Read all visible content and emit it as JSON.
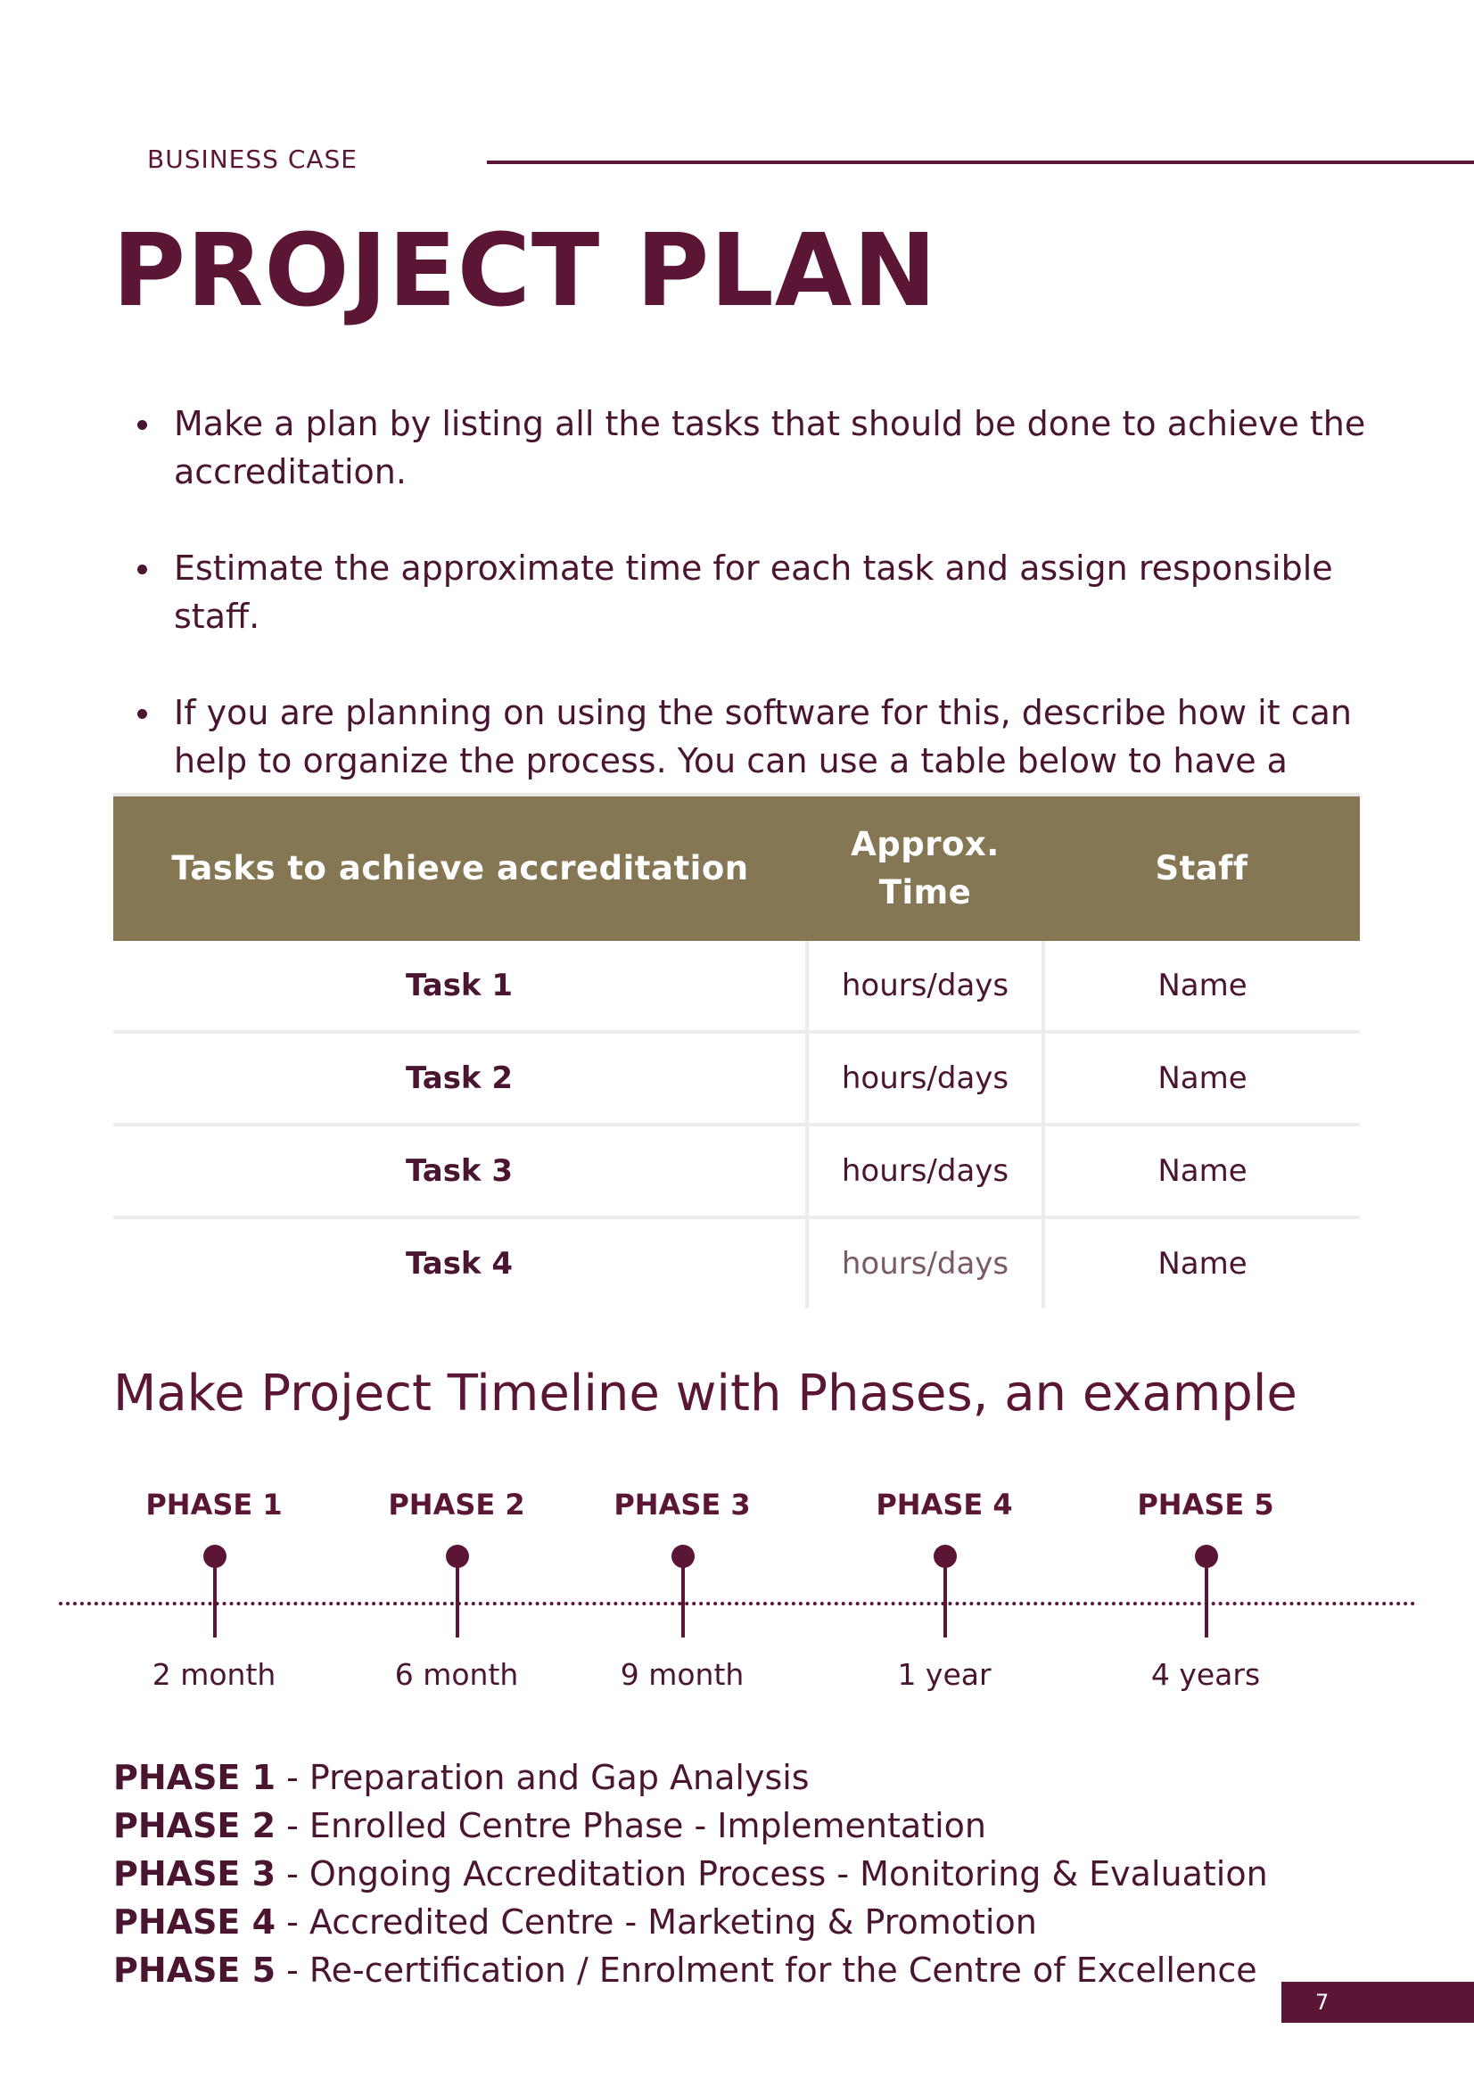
{
  "header": {
    "label": "BUSINESS CASE",
    "title": "PROJECT PLAN"
  },
  "bullets": [
    "Make a plan by listing all the tasks that should be done to achieve the accreditation.",
    "Estimate the approximate time for each task and assign responsible staff.",
    "If you are planning on using the software for this, describe how it can help to organize the process. You can use a table below to have a structure."
  ],
  "table": {
    "headers": [
      "Tasks to achieve accreditation",
      "Approx. Time",
      "Staff"
    ],
    "rows": [
      {
        "task": "Task 1",
        "time": "hours/days",
        "staff": "Name"
      },
      {
        "task": "Task 2",
        "time": "hours/days",
        "staff": "Name"
      },
      {
        "task": "Task 3",
        "time": "hours/days",
        "staff": "Name"
      },
      {
        "task": "Task 4",
        "time": "hours/days",
        "staff": "Name"
      }
    ]
  },
  "timeline": {
    "heading": "Make Project Timeline with Phases, an example",
    "phases": [
      {
        "label": "PHASE 1",
        "duration": "2 month"
      },
      {
        "label": "PHASE 2",
        "duration": "6 month"
      },
      {
        "label": "PHASE 3",
        "duration": "9 month"
      },
      {
        "label": "PHASE 4",
        "duration": "1 year"
      },
      {
        "label": "PHASE 5",
        "duration": "4 years"
      }
    ]
  },
  "phase_descriptions": [
    {
      "name": "PHASE 1",
      "text": " - Preparation and Gap Analysis"
    },
    {
      "name": "PHASE 2",
      "text": " - Enrolled Centre Phase - Implementation"
    },
    {
      "name": "PHASE 3",
      "text": " - Ongoing Accreditation Process - Monitoring & Evaluation"
    },
    {
      "name": "PHASE 4",
      "text": " - Accredited Centre - Marketing & Promotion"
    },
    {
      "name": "PHASE 5",
      "text": " - Re-certification / Enrolment for the Centre of Excellence"
    }
  ],
  "page_number": "7",
  "colors": {
    "primary": "#5a1634",
    "table_header": "#857754",
    "text": "#4a1530"
  }
}
